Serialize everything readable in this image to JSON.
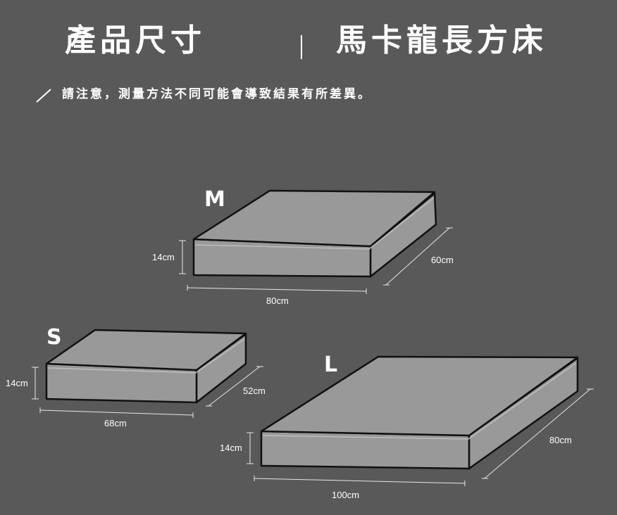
{
  "header": {
    "title_left": "產品尺寸",
    "title_right": "馬卡龍長方床",
    "notice": "請注意，測量方法不同可能會導致結果有所差異。"
  },
  "sizes": [
    {
      "label": "M",
      "length": "80cm",
      "width": "60cm",
      "height": "14cm"
    },
    {
      "label": "S",
      "length": "68cm",
      "width": "52cm",
      "height": "14cm"
    },
    {
      "label": "L",
      "length": "100cm",
      "width": "80cm",
      "height": "14cm"
    }
  ],
  "colors": {
    "background": "#595959",
    "bed_fill": "#999999",
    "bed_outline": "#111111",
    "text": "#ffffff"
  }
}
